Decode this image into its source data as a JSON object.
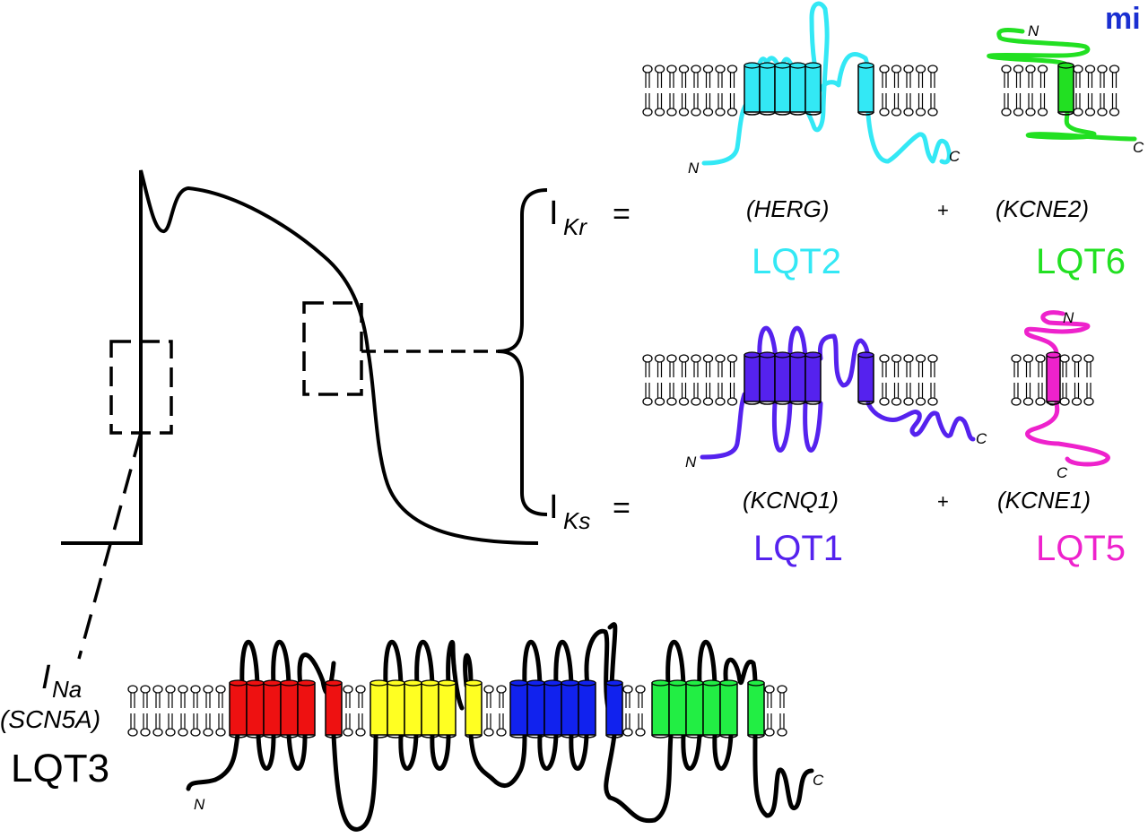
{
  "logo": {
    "text": "mi",
    "color": "#1a2fd1"
  },
  "colors": {
    "herg": "#33e8f5",
    "kcne2": "#22e022",
    "kcnq1": "#5522ee",
    "kcne1": "#ee22cc",
    "scn5a_d1": "#ee1111",
    "scn5a_d2": "#ffff22",
    "scn5a_d3": "#1122ee",
    "scn5a_d4": "#22ee44",
    "line": "#000000"
  },
  "currents": {
    "ikr": {
      "symbol": "I",
      "subscript": "Kr",
      "equals": "="
    },
    "iks": {
      "symbol": "I",
      "subscript": "Ks",
      "equals": "="
    },
    "ina": {
      "symbol": "I",
      "subscript": "Na"
    }
  },
  "genes": {
    "herg": {
      "name": "(HERG)",
      "syndrome": "LQT2"
    },
    "kcne2": {
      "name": "(KCNE2)",
      "syndrome": "LQT6"
    },
    "kcnq1": {
      "name": "(KCNQ1)",
      "syndrome": "LQT1"
    },
    "kcne1": {
      "name": "(KCNE1)",
      "syndrome": "LQT5"
    },
    "scn5a": {
      "name": "(SCN5A)",
      "syndrome": "LQT3"
    }
  },
  "plus": "+",
  "termini": {
    "n": "N",
    "c": "C"
  }
}
